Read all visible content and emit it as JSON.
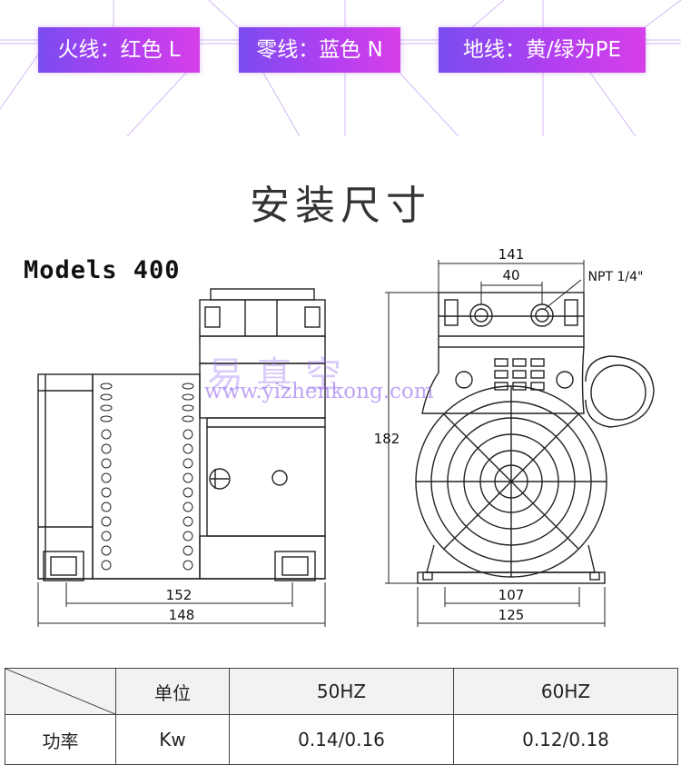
{
  "banner": {
    "labels": [
      {
        "id": "live",
        "text": "火线：红色 L"
      },
      {
        "id": "neutral",
        "text": "零线：蓝色 N"
      },
      {
        "id": "ground",
        "text": "地线：黄/绿为PE"
      }
    ],
    "accent_start": "#7a4cf0",
    "accent_end": "#d63fe8"
  },
  "section_title": "安装尺寸",
  "drawing": {
    "model_title": "Models 400",
    "watermark_url": "www.yizhenkong.com",
    "watermark_cn": "易真空",
    "side_view": {
      "dimensions": [
        "152",
        "148"
      ]
    },
    "front_view": {
      "dimensions": [
        "141",
        "40",
        "182",
        "107",
        "125"
      ],
      "port_label": "NPT 1/4\""
    }
  },
  "spec_table": {
    "headers": [
      "",
      "单位",
      "50HZ",
      "60HZ"
    ],
    "rows": [
      {
        "name": "功率",
        "unit": "Kw",
        "hz50": "0.14/0.16",
        "hz60": "0.12/0.18"
      }
    ]
  }
}
